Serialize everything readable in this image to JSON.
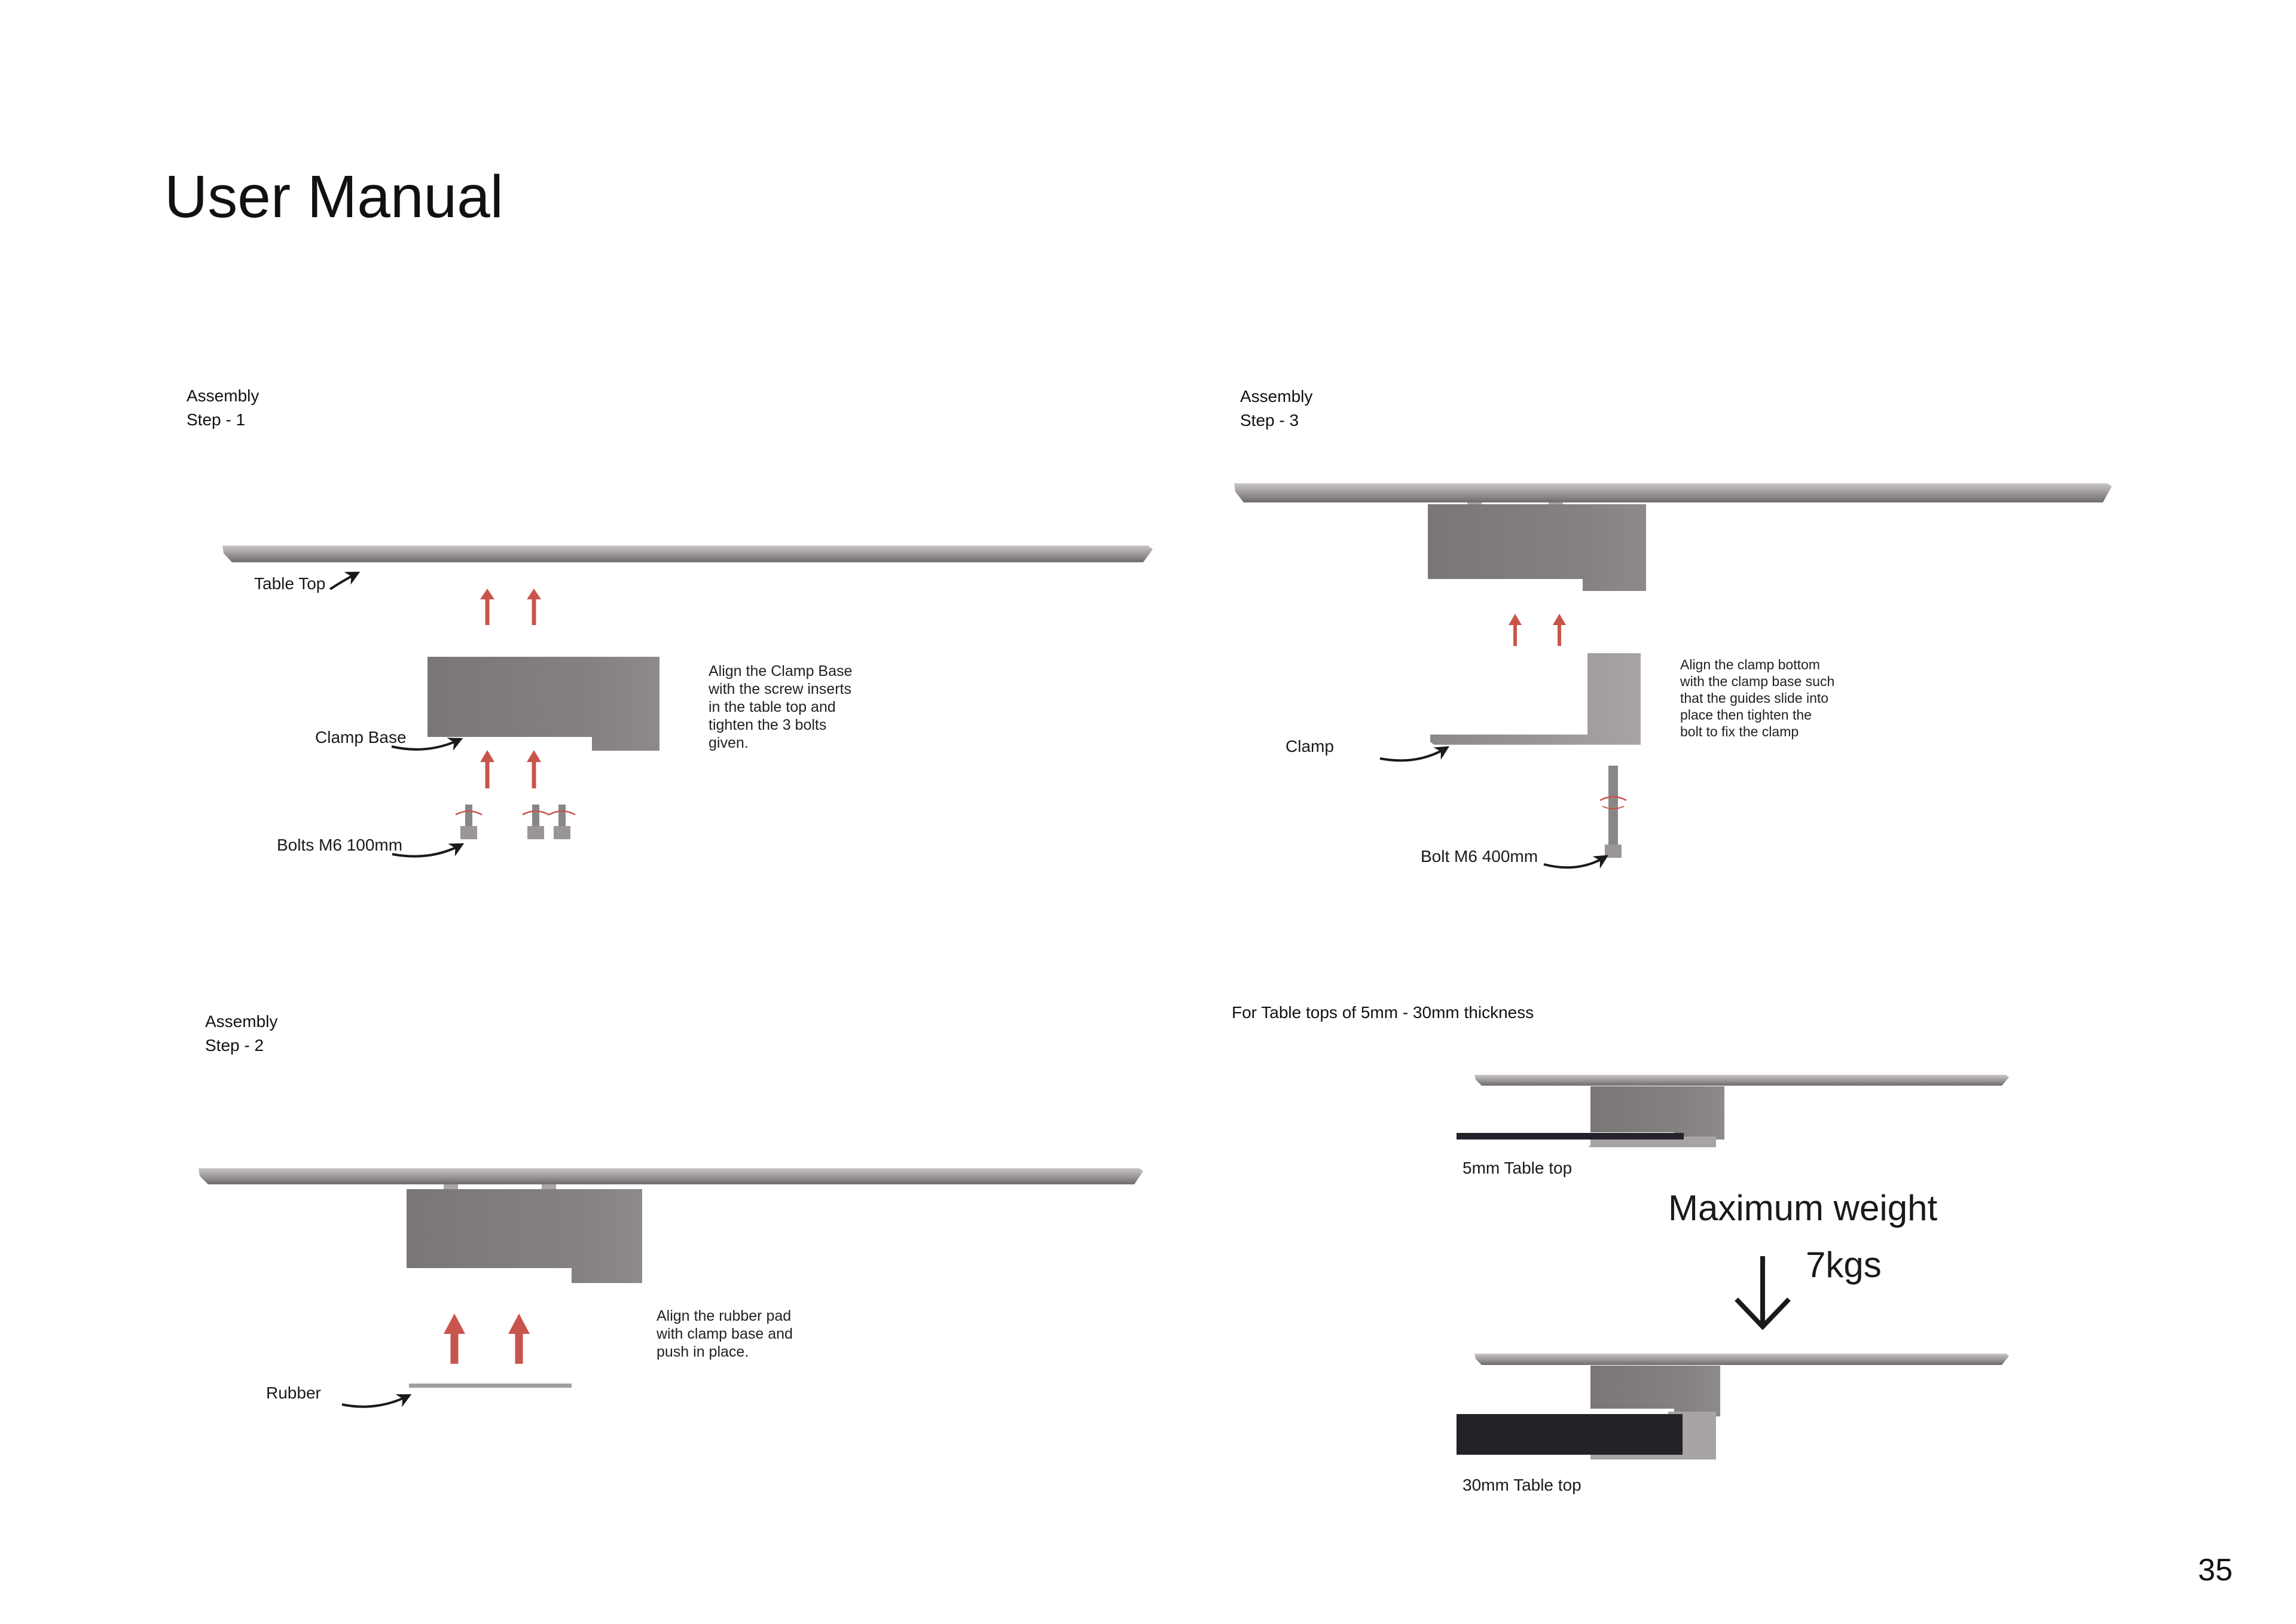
{
  "page": {
    "title": "User Manual",
    "page_number": "35"
  },
  "step1": {
    "heading_line1": "Assembly",
    "heading_line2": "Step - 1",
    "label_table_top": "Table Top",
    "label_clamp_base": "Clamp Base",
    "label_bolts": "Bolts M6 100mm",
    "instruction_lines": [
      "Align the Clamp Base",
      "with the screw inserts",
      "in the table top and",
      "tighten the 3 bolts",
      "given."
    ]
  },
  "step2": {
    "heading_line1": "Assembly",
    "heading_line2": "Step - 2",
    "label_rubber": "Rubber",
    "instruction_lines": [
      "Align the rubber pad",
      "with clamp base and",
      "push in place."
    ]
  },
  "step3": {
    "heading_line1": "Assembly",
    "heading_line2": "Step - 3",
    "label_clamp": "Clamp",
    "label_bolt": "Bolt M6 400mm",
    "instruction_lines": [
      "Align the clamp bottom",
      "with the clamp base such",
      "that the guides slide into",
      "place then tighten the",
      "bolt to fix the clamp"
    ]
  },
  "thickness": {
    "heading": "For Table tops of 5mm - 30mm thickness",
    "label_5mm": "5mm Table top",
    "label_30mm": "30mm Table top",
    "max_weight_label": "Maximum weight",
    "max_weight_value": "7kgs"
  },
  "colors": {
    "part_gray": "#7f7b7c",
    "arrow_red": "#c8554b",
    "tabletop_black": "#222228"
  }
}
